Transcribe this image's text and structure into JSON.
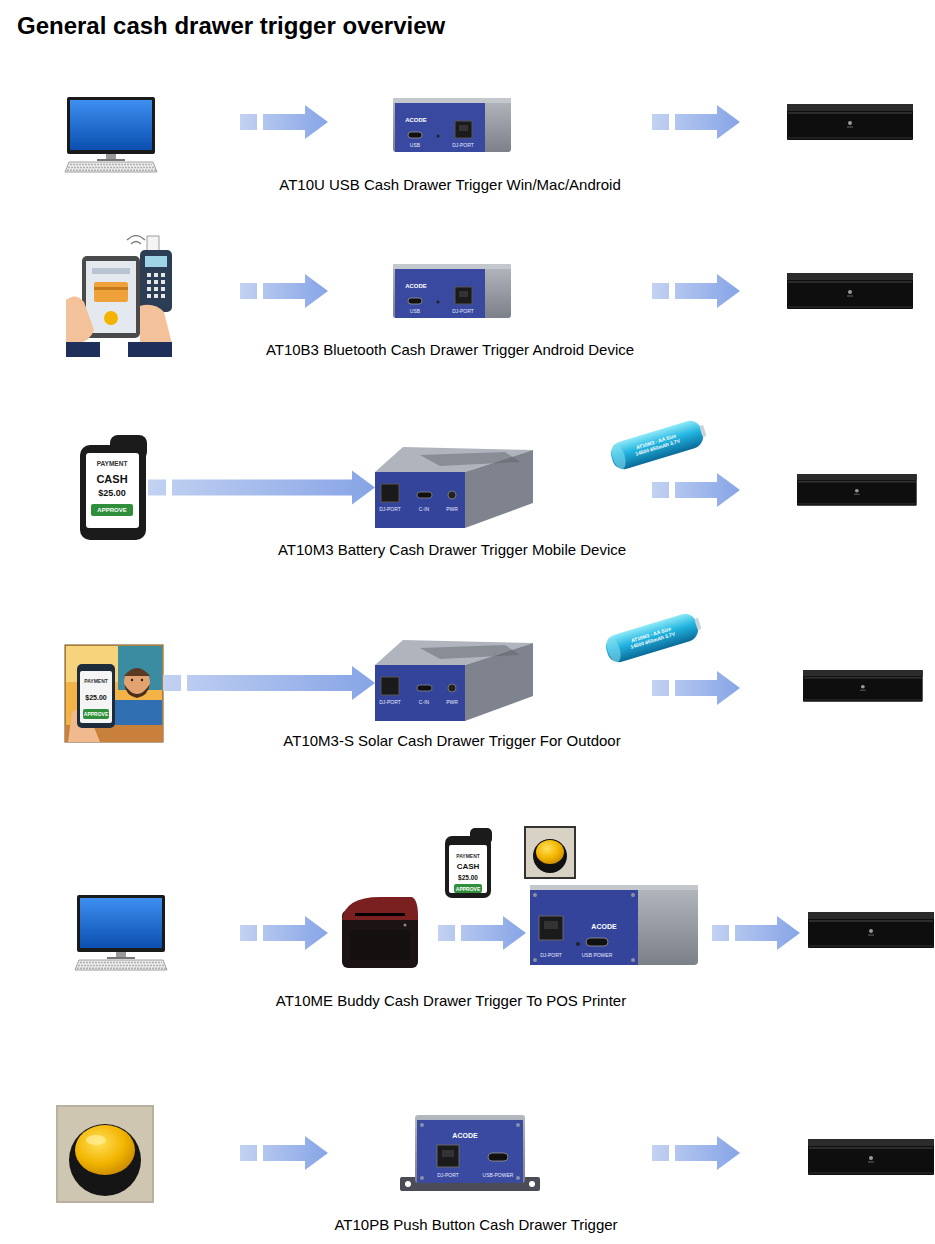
{
  "diagram": {
    "title": "General cash drawer trigger overview",
    "nodes": [
      {
        "text": [
          "ACODE",
          "USB",
          "DJ-PORT",
          "AT10U USB Cash Drawer Trigger Win/Mac/Android"
        ]
      },
      {
        "text": [
          "ACODE",
          "USB",
          "DJ-PORT",
          "AT10B3 Bluetooth Cash Drawer Trigger Android Device"
        ]
      },
      {
        "text": [
          "PAYMENT",
          "CASH",
          "$25.00",
          "APPROVE"
        ]
      },
      {
        "text": [
          "AT10M3 - AA Size 14500 650mAh 3.7V"
        ]
      },
      {
        "text": [
          "DJ-PORT",
          "C-IN",
          "PWR",
          "AT10M3 Battery Cash Drawer Trigger Mobile Device"
        ]
      },
      {
        "text": [
          "PAYMENT",
          "$25.00",
          "APPROVE"
        ]
      },
      {
        "text": [
          "AT10M3 - AA Size 14500 650mAh 3.7V"
        ]
      },
      {
        "text": [
          "DJ-PORT",
          "C-IN",
          "PWR",
          "AT10M3-S Solar Cash Drawer Trigger For Outdoor"
        ]
      },
      {
        "text": [
          "PAYMENT",
          "CASH",
          "$25.00",
          "APPROVE"
        ]
      },
      {
        "text": [
          "ACODE",
          "DJ-PORT",
          "USB POWER",
          "AT10ME Buddy Cash Drawer Trigger To POS Printer"
        ]
      },
      {
        "text": [
          "ACODE",
          "DJ-PORT",
          "USB-POWER",
          "AT10PB Push Button Cash Drawer Trigger"
        ]
      }
    ],
    "edges": [
      {
        "from": 2,
        "to": 4,
        "arrow": "to"
      },
      {
        "from": 5,
        "to": 7,
        "arrow": "to"
      }
    ]
  }
}
